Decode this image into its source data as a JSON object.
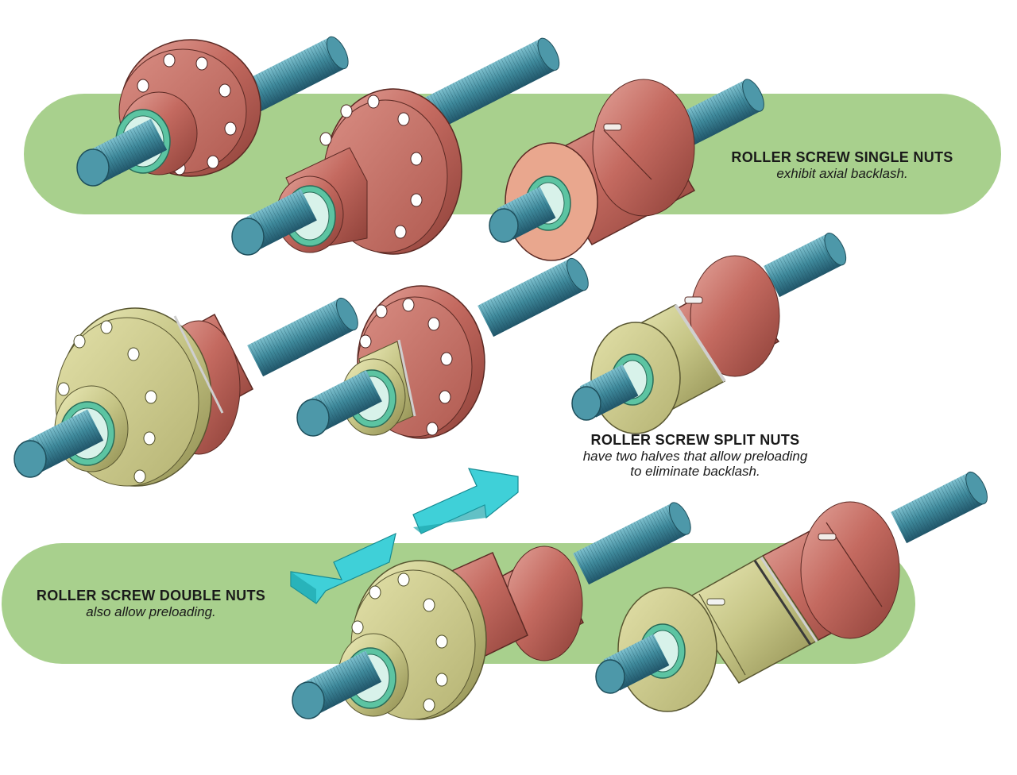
{
  "captions": {
    "single": {
      "title": "ROLLER SCREW SINGLE NUTS",
      "subtitle": "exhibit axial backlash."
    },
    "split": {
      "title": "ROLLER SCREW SPLIT NUTS",
      "line1": "have two halves that allow preloading",
      "line2": "to eliminate backlash."
    },
    "double": {
      "title": "ROLLER SCREW DOUBLE NUTS",
      "subtitle": "also allow preloading."
    }
  },
  "colors": {
    "background_band": "#a8d08d",
    "nut_copper": "#c8736a",
    "nut_olive": "#c9c98a",
    "screw_teal": "#3f8a9c",
    "seal_green": "#5cc4a2",
    "arrow_cyan": "#3fd0d8"
  },
  "icons": [
    "preload-arrows-icon"
  ]
}
